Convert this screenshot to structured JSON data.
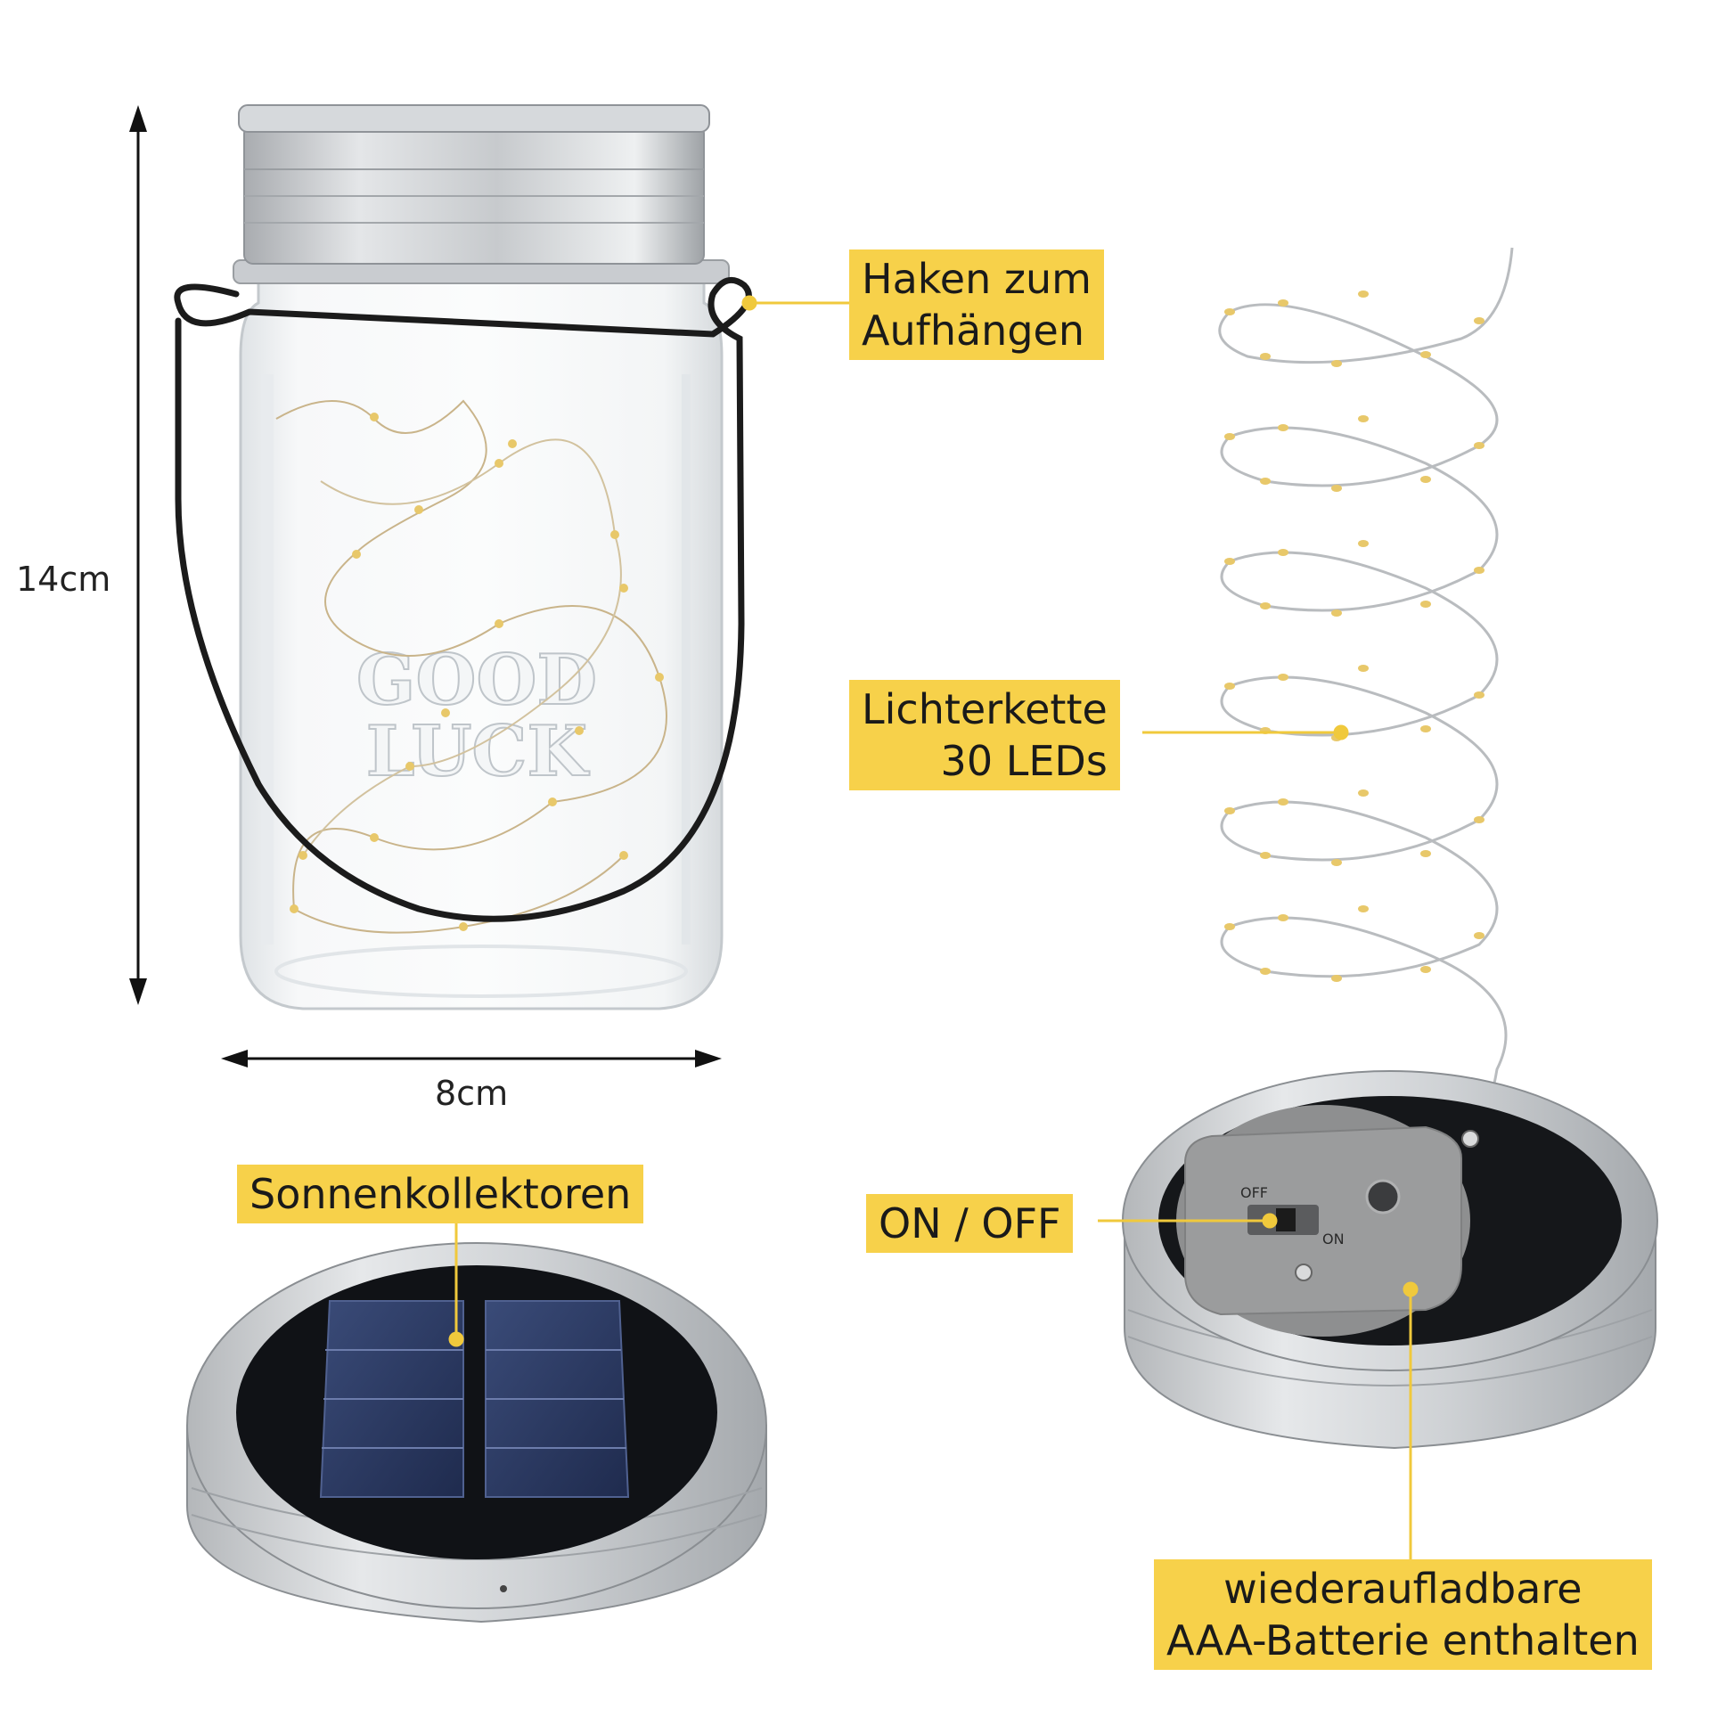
{
  "dimensions": {
    "height": "14cm",
    "width": "8cm"
  },
  "labels": {
    "hook": {
      "line1": "Haken zum",
      "line2": "Aufhängen"
    },
    "string_lights": {
      "line1": "Lichterkette",
      "line2": "30 LEDs"
    },
    "solar": "Sonnenkollektoren",
    "switch": "ON / OFF",
    "battery": {
      "line1": "wiederaufladbare",
      "line2": "AAA-Batterie enthalten"
    }
  },
  "jar_embossing": {
    "line1": "GOOD",
    "line2": "LUCK"
  },
  "switch_markings": {
    "off": "OFF",
    "on": "ON"
  },
  "colors": {
    "label_bg": "#F7D14A",
    "leader_line": "#F0C93C",
    "led": "#E8C86A"
  }
}
